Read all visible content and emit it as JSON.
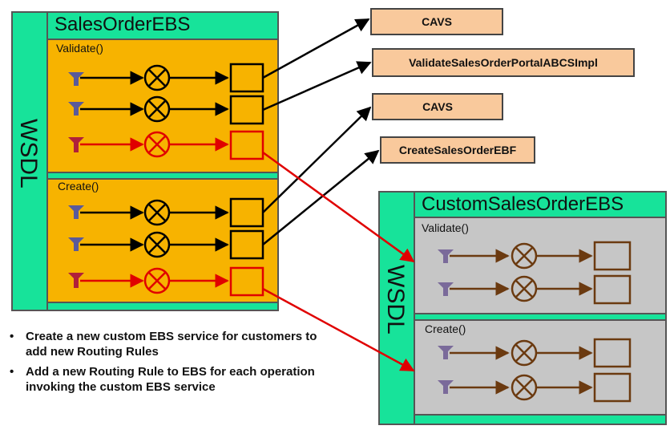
{
  "left_ebs": {
    "title": "SalesOrderEBS",
    "wsdl_label": "WSDL",
    "operations": [
      "Validate()",
      "Create()"
    ]
  },
  "right_ebs": {
    "title": "CustomSalesOrderEBS",
    "wsdl_label": "WSDL",
    "operations": [
      "Validate()",
      "Create()"
    ]
  },
  "targets": [
    "CAVS",
    "ValidateSalesOrderPortalABCSImpl",
    "CAVS",
    "CreateSalesOrderEBF"
  ],
  "bullets": [
    "Create a new custom EBS service for customers to add new Routing Rules",
    "Add a new Routing Rule to EBS for each operation invoking the custom EBS service"
  ],
  "colors": {
    "wsdl_green": "#17e39a",
    "orange": "#f7b300",
    "gray": "#c6c6c6",
    "target_fill": "#f9c99c",
    "red": "#e00000",
    "brown": "#6b3a10",
    "funnel": "#5a5a9a"
  }
}
